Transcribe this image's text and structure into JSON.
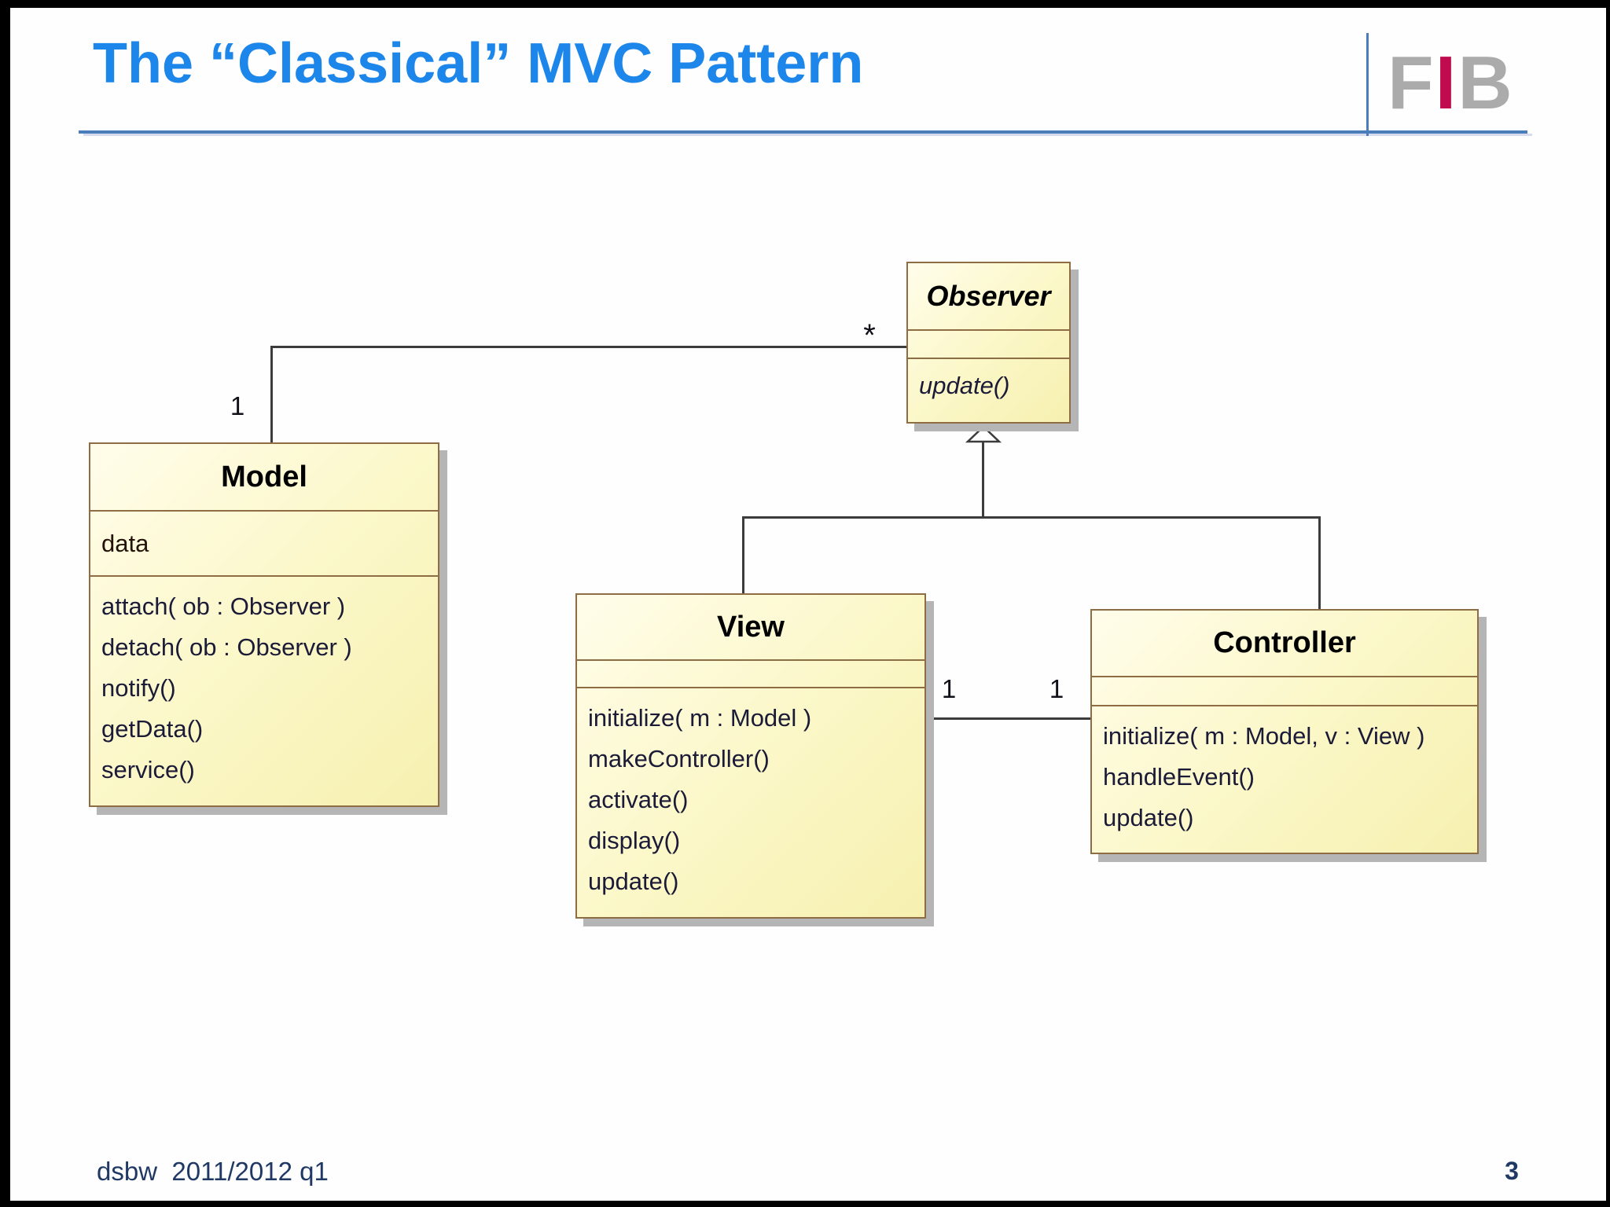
{
  "slide": {
    "title": "The “Classical” MVC Pattern",
    "footer_left": "dsbw  2011/2012 q1",
    "page_number": "3",
    "logo": {
      "letter1": "F",
      "letter2": "I",
      "letter3": "B"
    }
  },
  "colors": {
    "title_blue": "#1d86ea",
    "rule_blue": "#4a7ebb",
    "box_fill": "#fbf7c6",
    "box_border": "#8e6d45",
    "box_shadow": "#b5b5b5",
    "connector": "#3c3c3c",
    "footer_navy": "#1f3864",
    "logo_gray": "#ababab",
    "logo_crimson": "#c00b4e"
  },
  "diagram": {
    "classes": {
      "observer": {
        "name": "Observer",
        "abstract": true,
        "attributes": [],
        "operations": [
          "update()"
        ]
      },
      "model": {
        "name": "Model",
        "attributes": [
          "data"
        ],
        "operations": [
          "attach( ob : Observer )",
          "detach( ob : Observer )",
          "notify()",
          "getData()",
          "service()"
        ]
      },
      "view": {
        "name": "View",
        "attributes": [],
        "operations": [
          "initialize( m : Model )",
          "makeController()",
          "activate()",
          "display()",
          "update()"
        ]
      },
      "controller": {
        "name": "Controller",
        "attributes": [],
        "operations": [
          "initialize( m : Model, v : View )",
          "handleEvent()",
          "update()"
        ]
      }
    },
    "associations": {
      "model_observer": {
        "model_end": "1",
        "observer_end": "*"
      },
      "view_controller": {
        "view_end": "1",
        "controller_end": "1"
      }
    }
  }
}
